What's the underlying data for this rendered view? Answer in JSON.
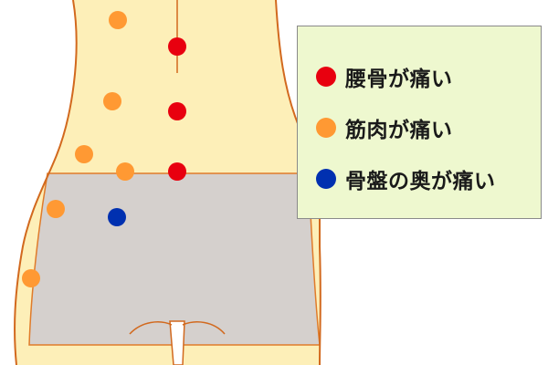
{
  "colors": {
    "skin": "#fdefb8",
    "skin_outline": "#d2691e",
    "shorts": "#d5d0cd",
    "red": "#e8000f",
    "orange": "#ff9933",
    "blue": "#0030b0",
    "legend_bg": "#eef8cf"
  },
  "legend": {
    "items": [
      {
        "label": "腰骨が痛い",
        "icon": "red-dot-icon",
        "color": "#e8000f"
      },
      {
        "label": "筋肉が痛い",
        "icon": "orange-dot-icon",
        "color": "#ff9933"
      },
      {
        "label": "骨盤の奥が痛い",
        "icon": "blue-dot-icon",
        "color": "#0030b0"
      }
    ]
  },
  "markers": [
    {
      "category": "bone",
      "count": 3
    },
    {
      "category": "muscle",
      "count": 6
    },
    {
      "category": "pelvis-deep",
      "count": 1
    }
  ]
}
